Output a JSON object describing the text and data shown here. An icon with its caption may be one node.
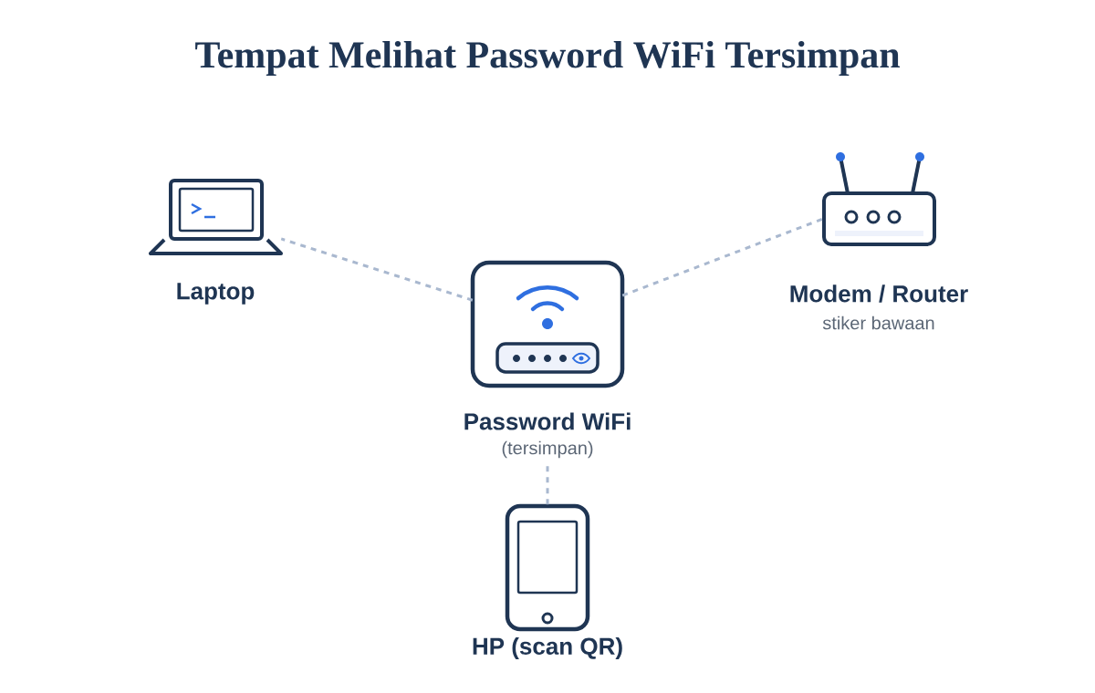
{
  "diagram": {
    "title": "Tempat Melihat Password WiFi Tersimpan",
    "nodes": [
      {
        "text": [
          "Laptop"
        ]
      },
      {
        "text": [
          "Password WiFi",
          "(tersimpan)"
        ]
      },
      {
        "text": [
          "Modem / Router",
          "stiker bawaan"
        ]
      },
      {
        "text": [
          "HP (scan QR)"
        ]
      }
    ],
    "edges": [
      {
        "from": 1,
        "to": 0,
        "arrow": "none",
        "style": "dashed"
      },
      {
        "from": 1,
        "to": 2,
        "arrow": "none",
        "style": "dashed"
      },
      {
        "from": 1,
        "to": 3,
        "arrow": "none",
        "style": "dashed"
      }
    ]
  }
}
